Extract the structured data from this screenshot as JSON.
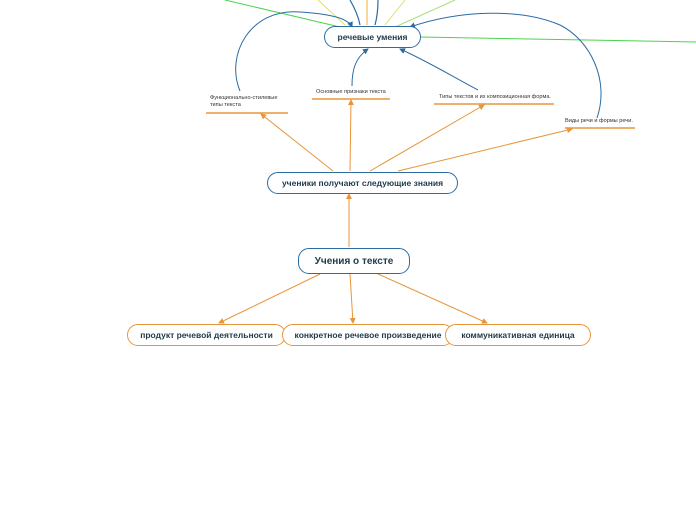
{
  "nodes": {
    "speech_skills": "речевые умения",
    "students_knowledge": "ученики получают следующие знания",
    "text_teaching": "Учения о тексте",
    "speech_activity_product": "продукт речевой деятельности",
    "concrete_speech_work": "конкретное речевое произведение",
    "communicative_unit": "коммуникативная единица"
  },
  "labels": {
    "functional_styles": "Функционально-стилевые типы текста",
    "text_features": "Основные признаки текста",
    "text_types": "Типы текстов и их композиционная форма.",
    "speech_kinds": "Виды речи и формы речи."
  },
  "colors": {
    "blue": "#2b6ca3",
    "orange": "#e8953a",
    "green": "#4cd44c",
    "yellow": "#e0e070",
    "text": "#1e3a4a"
  }
}
